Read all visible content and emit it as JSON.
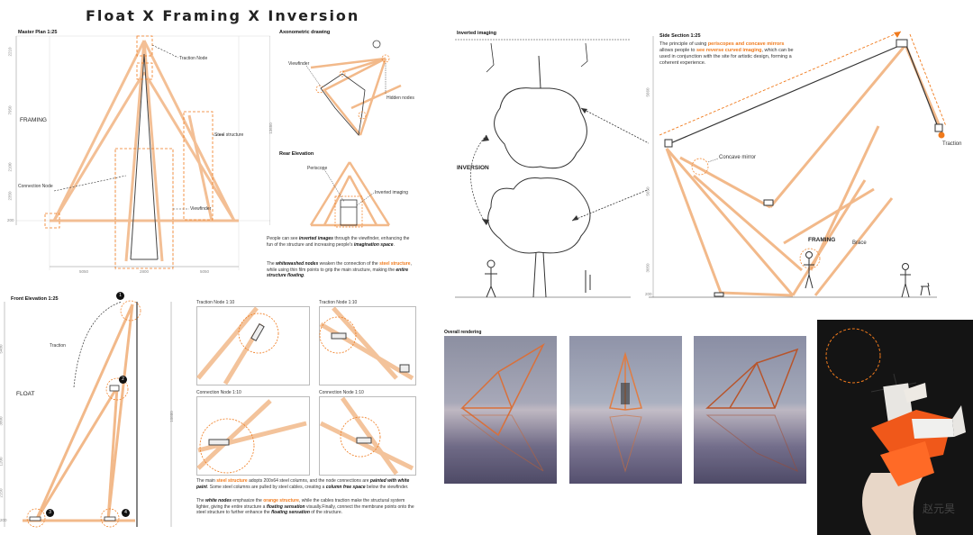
{
  "title": "Float X Framing X Inversion",
  "master_plan": {
    "heading": "Master Plan 1:25",
    "framing_label": "FRAMING",
    "traction_node": "Traction Node",
    "steel_structure": "Steel structure",
    "connection_node": "Connection Node",
    "viewfinder": "Viewfinder",
    "dims_bottom": [
      "5050",
      "2800",
      "5050"
    ],
    "dims_side": [
      "2210",
      "7950",
      "2100",
      "2350",
      "200"
    ],
    "dim_right": "13650"
  },
  "axonometric": {
    "heading": "Axonometric drawing",
    "viewfinder": "Viewfinder",
    "hidden_nodes": "Hidden nodes"
  },
  "rear_elevation": {
    "heading": "Rear Elevation",
    "periscope": "Periscope",
    "inverted_imaging": "Inverted imaging"
  },
  "notes_top": {
    "p1_a": "People can see ",
    "p1_b": "inverted images",
    "p1_c": " through the viewfinder, enhancing the fun of the structure and increasing people's ",
    "p1_d": "imagination space",
    "p1_e": ".",
    "p2_a": "The ",
    "p2_b": "whitewashed nodes",
    "p2_c": " weaken the connection of the ",
    "p2_d": "steel structure",
    "p2_e": ", while using thin film points to grip the main structure, making the ",
    "p2_f": "entire structure floating",
    "p2_g": "."
  },
  "front_elevation": {
    "heading": "Front Elevation 1:25",
    "traction": "Traction",
    "float_label": "FLOAT",
    "markers": [
      "1",
      "2",
      "3",
      "4"
    ],
    "dims_side": [
      "5480",
      "3800",
      "1200",
      "2150",
      "200"
    ],
    "dim_right": "10880"
  },
  "nodes": {
    "traction_node_1": "Traction Node 1:10",
    "traction_node_2": "Traction Node 1:10",
    "connection_node_1": "Connection Node 1:10",
    "connection_node_2": "Connection Node 1:10"
  },
  "notes_bottom": {
    "p1_a": "The main ",
    "p1_b": "steel structure",
    "p1_c": " adopts 200x64 steel columns, and the node connections are ",
    "p1_d": "painted with white paint",
    "p1_e": ". Some steel columns are pulled by steel cables, creating a ",
    "p1_f": "column free space",
    "p1_g": " below the viewfinder.",
    "p2_a": "The ",
    "p2_b": "white nodes",
    "p2_c": " emphasize the ",
    "p2_d": "orange structure",
    "p2_e": ", while the cables traction make the structural system lighter, giving the entire structure a ",
    "p2_f": "floating sensation",
    "p2_g": " visually.Finally, connect the membrane points onto the steel structure to further enhance the ",
    "p2_h": "floating sensation",
    "p2_i": " of the structure."
  },
  "inverted_imaging": {
    "heading": "Inverted imaging",
    "inversion": "INVERSION"
  },
  "side_section": {
    "heading": "Side Section 1:25",
    "desc_a": "The principle of using ",
    "desc_b": "periscopes and concave mirrors",
    "desc_c": " allows people to ",
    "desc_d": "see reverse curved imaging",
    "desc_e": ", which can be used in conjunction with the site for artistic design, forming a coherent experience.",
    "concave_mirror": "Concave mirror",
    "traction": "Traction",
    "framing": "FRAMING",
    "brace": "Brace",
    "dims": [
      "5660",
      "5650",
      "3050",
      "200"
    ]
  },
  "rendering": {
    "heading": "Overall rendering"
  },
  "signature": "赵元昊",
  "colors": {
    "orange": "#f07a1c",
    "structure": "#f2b98a",
    "dark": "#333333"
  }
}
